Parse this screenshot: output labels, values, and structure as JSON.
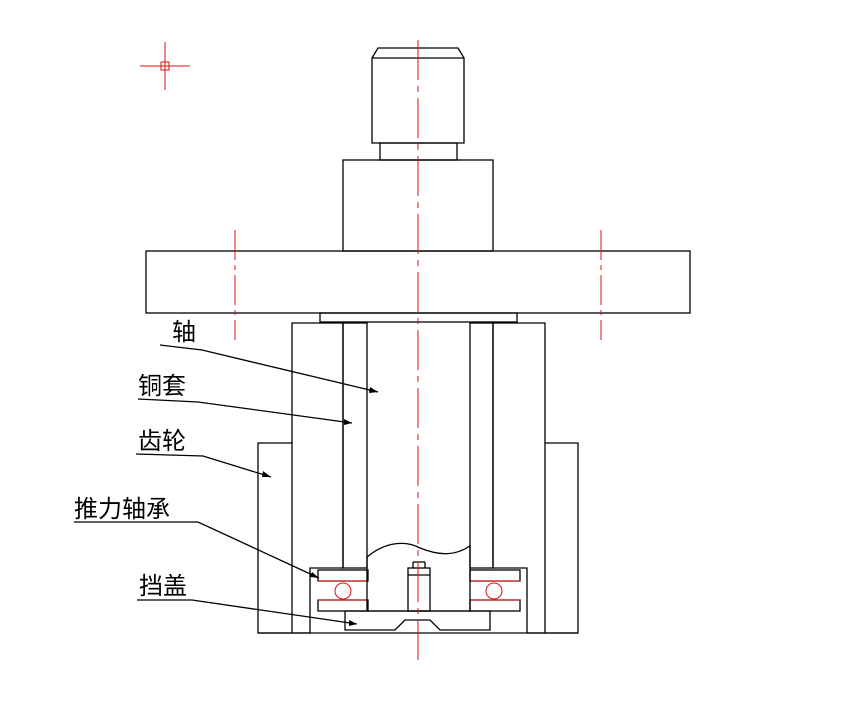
{
  "labels": {
    "shaft": "轴",
    "copper_sleeve": "铜套",
    "gear": "齿轮",
    "thrust_bearing": "推力轴承",
    "retaining_cover": "挡盖"
  },
  "colors": {
    "outline": "#000000",
    "centerline": "#e01010",
    "hatch": "#29b6cf",
    "background": "#ffffff"
  }
}
